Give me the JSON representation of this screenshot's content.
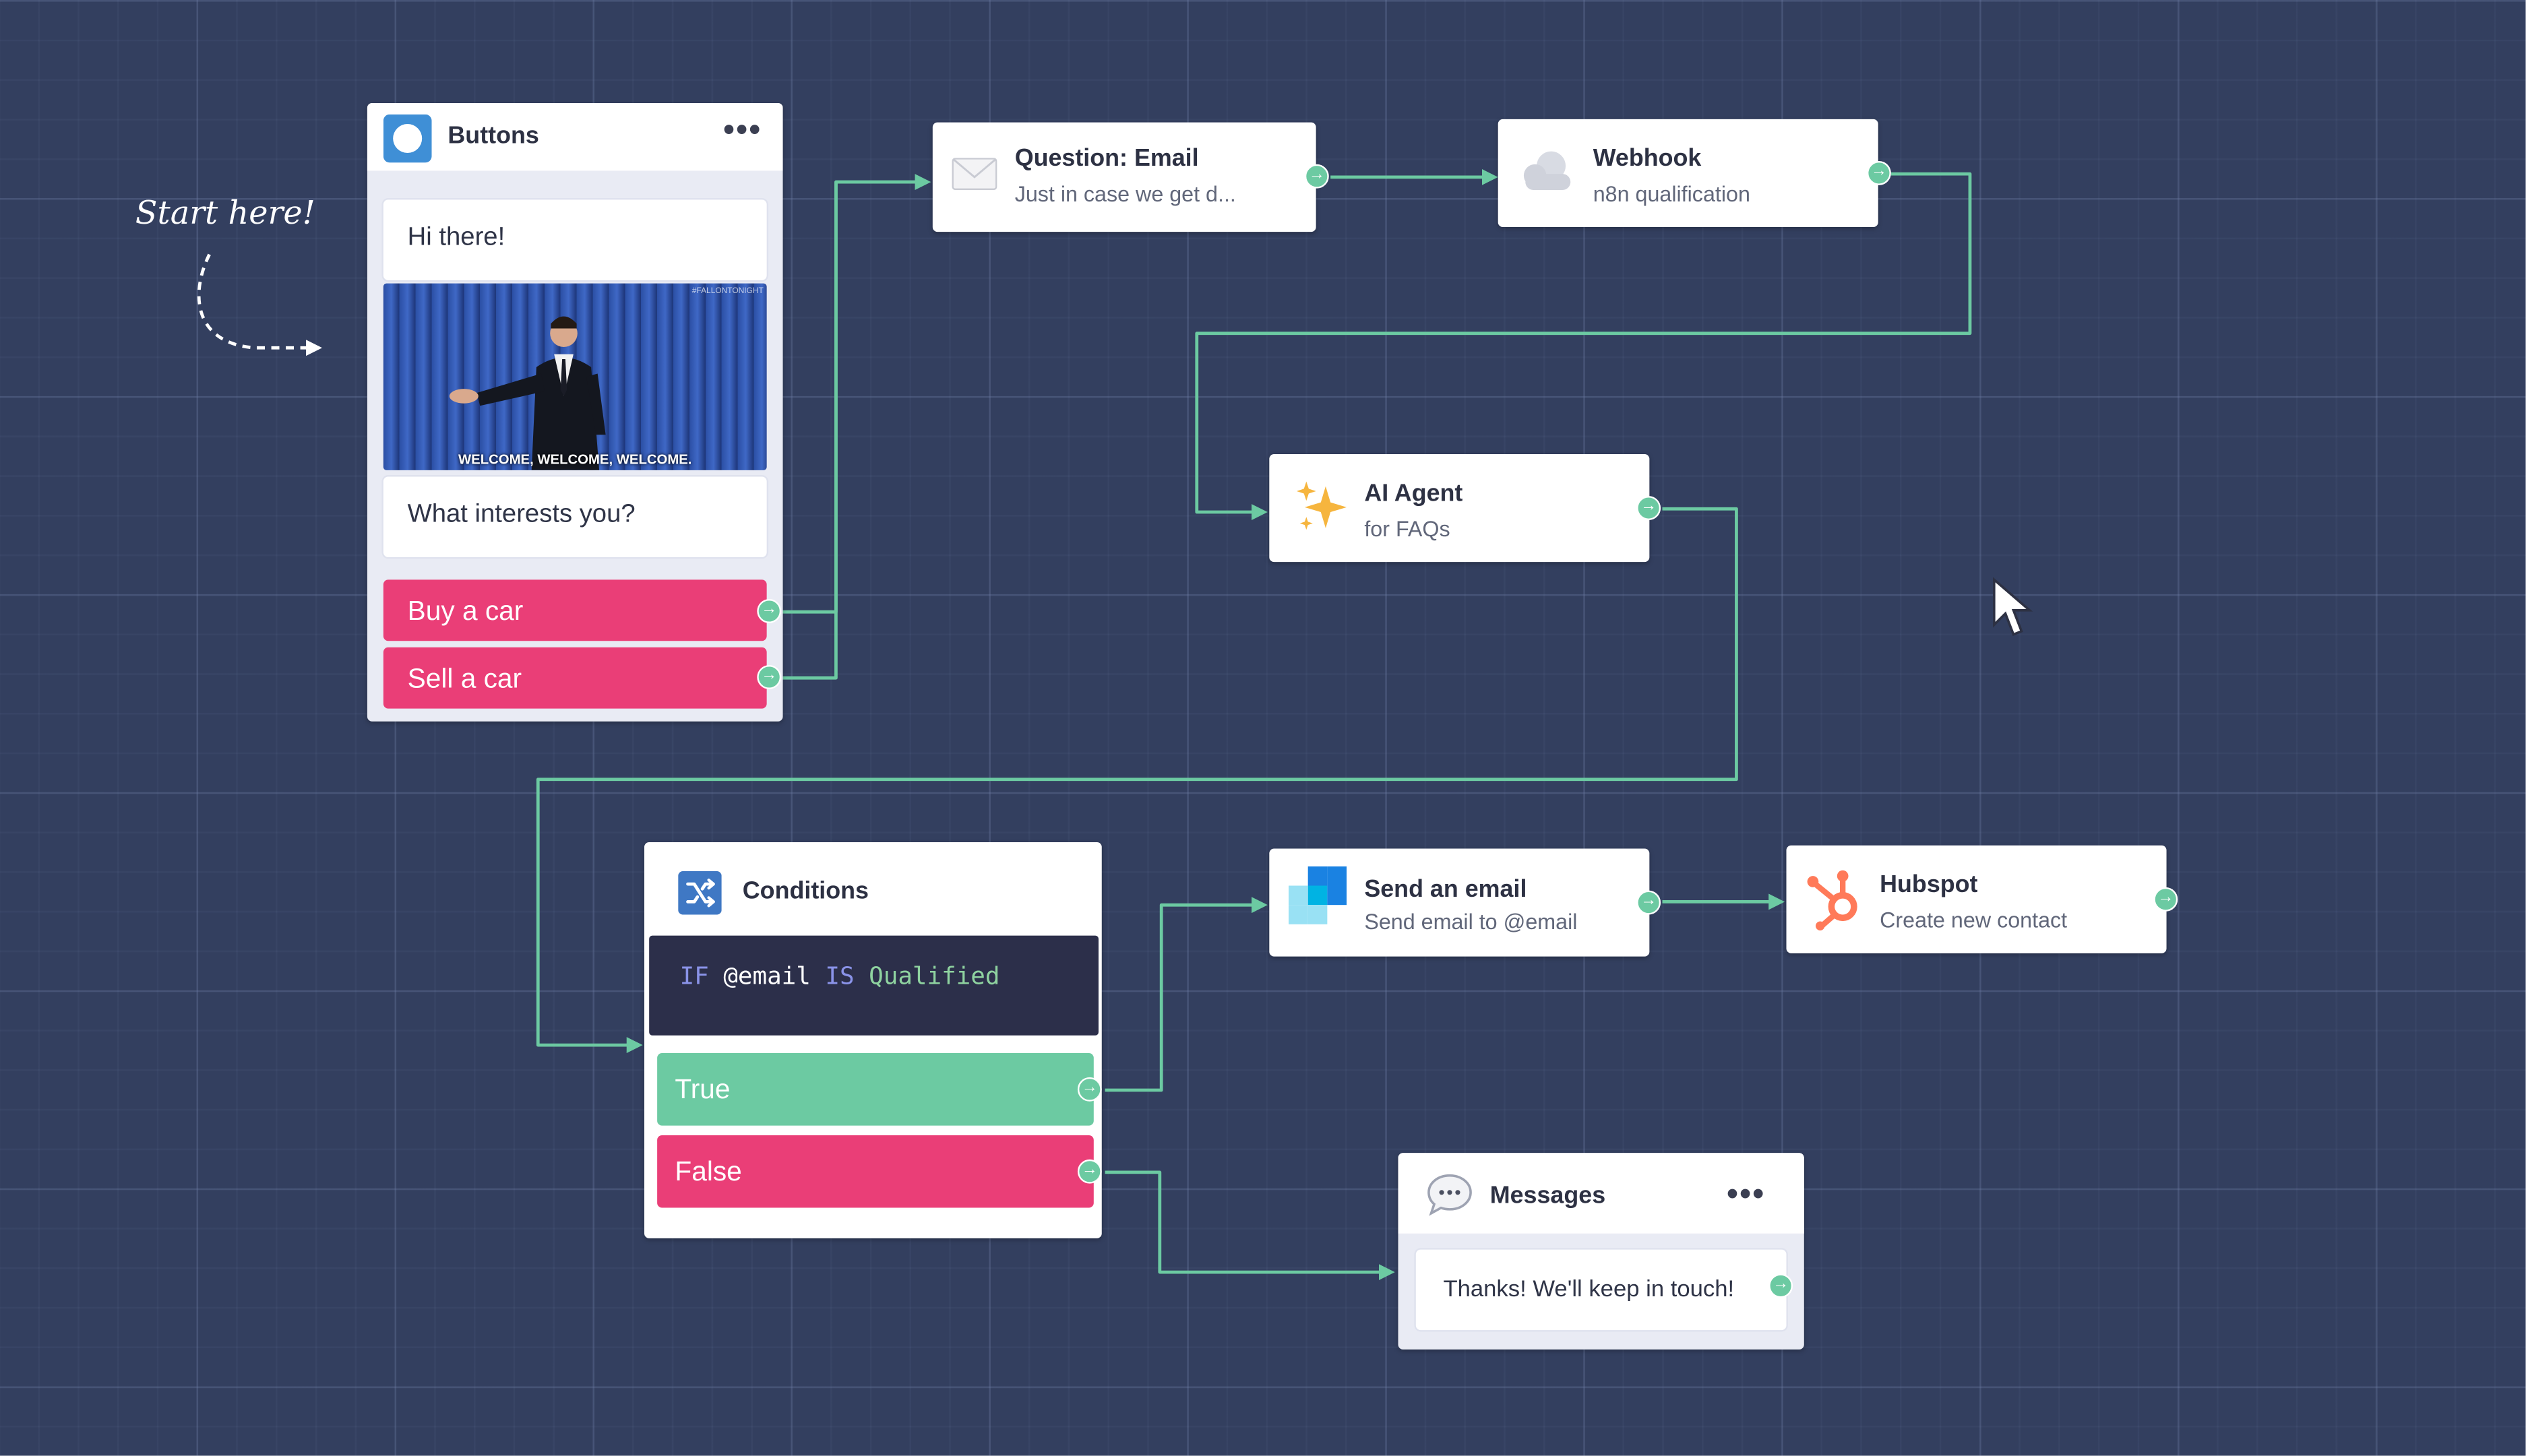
{
  "annotation": "Start here!",
  "buttons_block": {
    "title": "Buttons",
    "greeting": "Hi there!",
    "gif_caption": "WELCOME, WELCOME, WELCOME.",
    "gif_watermark": "#FALLONTONIGHT",
    "question": "What interests you?",
    "options": [
      "Buy a car",
      "Sell a car"
    ]
  },
  "question_email": {
    "title": "Question: Email",
    "subtitle": "Just in case we get d..."
  },
  "webhook": {
    "title": "Webhook",
    "subtitle": "n8n qualification"
  },
  "ai_agent": {
    "title": "AI Agent",
    "subtitle": "for FAQs"
  },
  "conditions": {
    "title": "Conditions",
    "code": {
      "kw_if": "IF",
      "var": "@email",
      "kw_is": "IS",
      "value": "Qualified"
    },
    "outcomes": [
      "True",
      "False"
    ]
  },
  "send_email": {
    "title": "Send an email",
    "subtitle": "Send email to @email"
  },
  "hubspot": {
    "title": "Hubspot",
    "subtitle": "Create new contact"
  },
  "messages": {
    "title": "Messages",
    "text": "Thanks! We'll keep in touch!"
  },
  "colors": {
    "canvas": "#333f5f",
    "connector": "#6ccaa2",
    "option_pink": "#ea3e77",
    "option_green": "#6ccaa2",
    "code_bg": "#2c2f4a",
    "hubspot_orange": "#ff7a59"
  }
}
